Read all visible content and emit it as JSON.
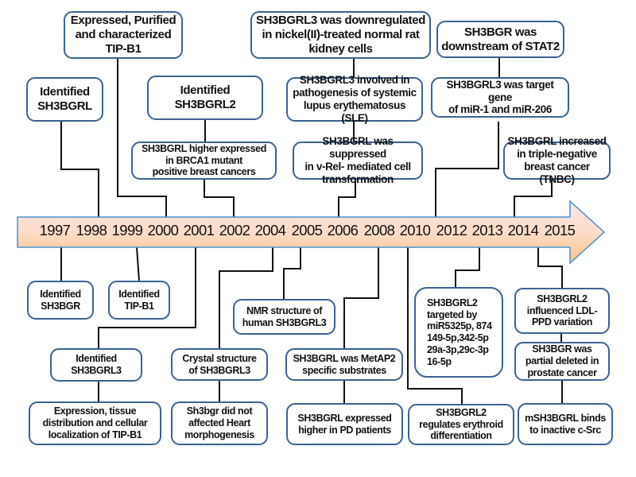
{
  "colors": {
    "box_border": "#3b6393",
    "arrow_border": "#4a90d0",
    "arrow_top": "#fde6ea",
    "arrow_bottom": "#fac684"
  },
  "timeline": {
    "years": [
      "1997",
      "1998",
      "1999",
      "2000",
      "2001",
      "2002",
      "2004",
      "2005",
      "2006",
      "2008",
      "2010",
      "2012",
      "2013",
      "2014",
      "2015"
    ]
  },
  "top_events": [
    {
      "id": "t1",
      "text": "Identified\nSH3BGRL"
    },
    {
      "id": "t2",
      "text": "Expressed, Purified\nand characterized\nTIP-B1"
    },
    {
      "id": "t3",
      "text": "Identified\nSH3BGRL2"
    },
    {
      "id": "t4",
      "text": "SH3BGRL higher expressed\nin BRCA1 mutant\npositive breast cancers"
    },
    {
      "id": "t5",
      "text": "SH3BGRL3 was downregulated\nin nickel(II)-treated normal rat\nkidney cells"
    },
    {
      "id": "t6",
      "text": "SH3BGRL3 involved in\npathogenesis of systemic\nlupus erythematosus (SLE)"
    },
    {
      "id": "t7",
      "text": "SH3BGRL was suppressed\nin v-Rel- mediated cell\ntransformation"
    },
    {
      "id": "t8",
      "text": "SH3BGR was\ndownstream of STAT2"
    },
    {
      "id": "t9",
      "text": "SH3BGRL3 was target  gene\nof miR-1 and miR-206"
    },
    {
      "id": "t10",
      "text": "SH3BGRL  increased\nin triple-negative\nbreast cancer (TNBC)"
    }
  ],
  "bottom_events": [
    {
      "id": "b1",
      "text": "Identified\nSH3BGR"
    },
    {
      "id": "b2",
      "text": "Identified\nTIP-B1"
    },
    {
      "id": "b3",
      "text": "Identified\nSH3BGRL3"
    },
    {
      "id": "b4",
      "text": "Expression, tissue\ndistribution and cellular\nlocalization of TIP-B1"
    },
    {
      "id": "b5",
      "text": "Crystal structure\nof SH3BGRL3"
    },
    {
      "id": "b6",
      "text": "Sh3bgr did not\naffected  Heart\nmorphogenesis"
    },
    {
      "id": "b7",
      "text": "NMR structure of\nhuman SH3BGRL3"
    },
    {
      "id": "b8",
      "text": "SH3BGRL was MetAP2\nspecific substrates"
    },
    {
      "id": "b9",
      "text": "SH3BGRL expressed\nhigher in PD patients"
    },
    {
      "id": "b10",
      "text": "SH3BGRL2\nregulates erythroid\ndifferentiation"
    },
    {
      "id": "b11",
      "text": "SH3BGRL2\ntargeted by\nmiR5325p, 874\n149-5p,342-5p\n29a-3p,29c-3p\n16-5p"
    },
    {
      "id": "b12",
      "text": "SH3BGRL2\ninfluenced LDL-\nPPD variation"
    },
    {
      "id": "b13",
      "text": "SH3BGR  was\npartial deleted  in\nprostate cancer"
    },
    {
      "id": "b14",
      "text": "mSH3BGRL binds\nto inactive c-Src"
    }
  ]
}
